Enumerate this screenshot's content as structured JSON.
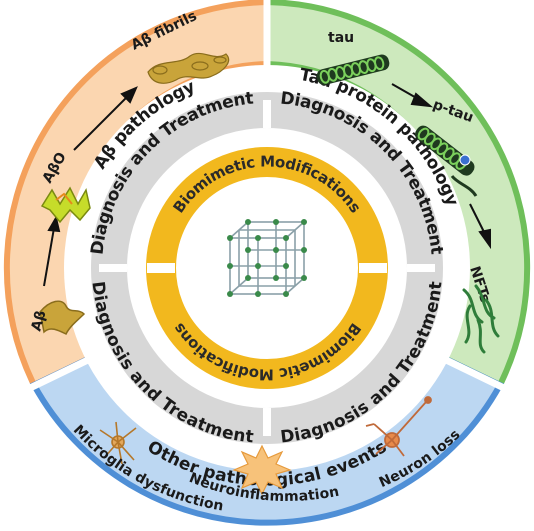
{
  "diagram": {
    "center_top_label": "Biomimetic Modifications",
    "center_bottom_label": "Biomimetic Modifications",
    "quadrants": {
      "top_left": "Diagnosis and Treatment",
      "top_right": "Diagnosis and Treatment",
      "bottom_left": "Diagnosis and Treatment",
      "bottom_right": "Diagnosis and Treatment"
    },
    "outer_ring": {
      "left_title": "Aβ pathology",
      "right_title": "Tau protein pathology",
      "bottom_title": "Other pathological events"
    },
    "abeta_panel": {
      "stage1": "Aβ",
      "stage2": "AβO",
      "stage3": "Aβ fibrils"
    },
    "tau_panel": {
      "stage1": "tau",
      "stage2": "p-tau",
      "stage3": "NFTs"
    },
    "events_panel": {
      "item1": "Microglia dysfunction",
      "item2": "Neuroinflammation",
      "item3": "Neuron loss"
    },
    "colors": {
      "orange": "#f4a15c",
      "orange_light": "#fbd6b0",
      "green": "#6fbf5a",
      "green_light": "#cde9bd",
      "blue": "#4f8fd6",
      "blue_light": "#bcd7f2",
      "gray": "#d7d7d7",
      "gold": "#f2b81e"
    },
    "icons": [
      "abeta-monomer-icon",
      "abeta-oligomer-icon",
      "abeta-fibril-icon",
      "tau-protein-icon",
      "ptau-icon",
      "nft-icon",
      "microglia-icon",
      "inflammation-icon",
      "neuron-icon",
      "lattice-icon"
    ]
  }
}
